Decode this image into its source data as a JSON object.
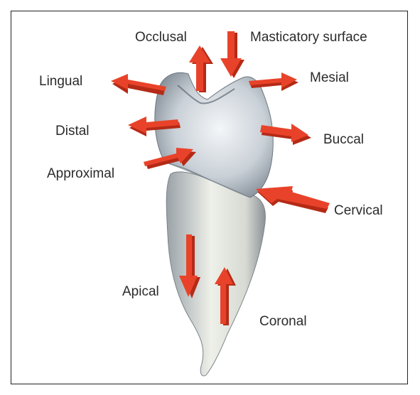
{
  "labels": {
    "occlusal": "Occlusal",
    "masticatory_surface": "Masticatory surface",
    "lingual": "Lingual",
    "mesial": "Mesial",
    "distal": "Distal",
    "buccal": "Buccal",
    "approximal": "Approximal",
    "cervical": "Cervical",
    "apical": "Apical",
    "coronal": "Coronal"
  },
  "colors": {
    "arrow_face": "#e8432a",
    "arrow_side": "#b52a16",
    "tooth_light": "#e9edf1",
    "tooth_shadow": "#7f8a95",
    "frame": "#222222"
  }
}
